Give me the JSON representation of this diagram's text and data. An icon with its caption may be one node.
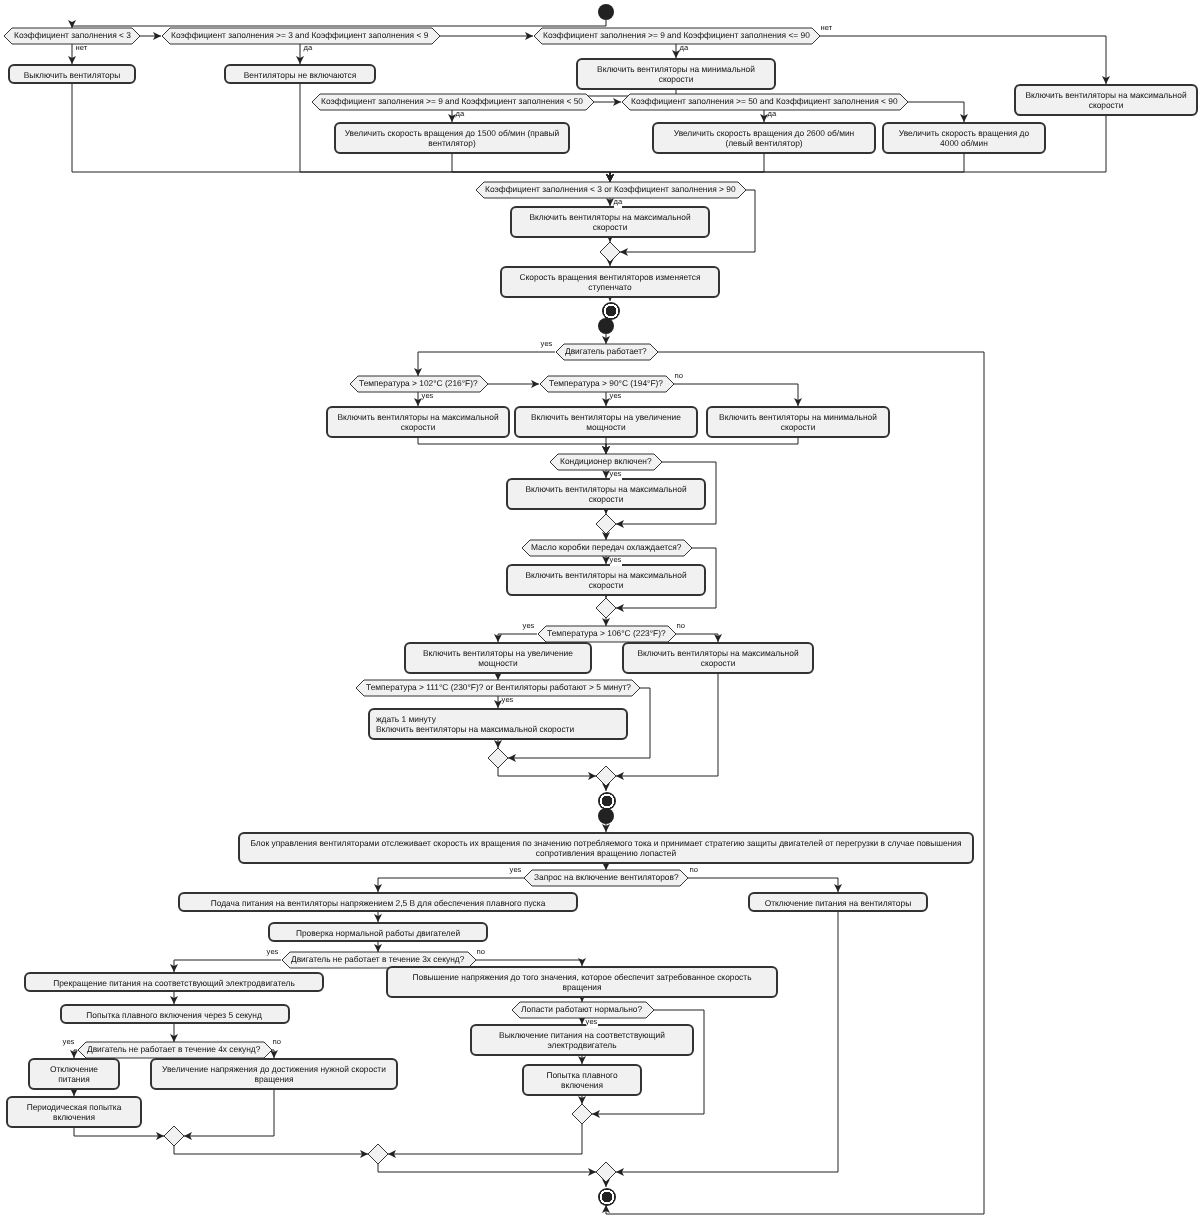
{
  "diagram": {
    "nodes": [
      {
        "text": [],
        "shape": "circle"
      },
      {
        "text": [
          "Коэффициент заполнения < 3"
        ]
      },
      {
        "text": [
          "Выключить вентиляторы"
        ]
      },
      {
        "text": [
          "Коэффициент заполнения >= 3 and Коэффициент заполнения < 9"
        ]
      },
      {
        "text": [
          "Вентиляторы не включаются"
        ]
      },
      {
        "text": [
          "Коэффициент заполнения >= 9 and Коэффициент заполнения <= 90"
        ]
      },
      {
        "text": [
          "Включить вентиляторы на минимальной скорости"
        ]
      },
      {
        "text": [
          "Коэффициент заполнения >= 9 and Коэффициент заполнения < 50"
        ]
      },
      {
        "text": [
          "Увеличить скорость вращения до 1500 об/мин (правый вентилятор)"
        ]
      },
      {
        "text": [
          "Коэффициент заполнения >= 50 and Коэффициент заполнения < 90"
        ]
      },
      {
        "text": [
          "Увеличить скорость вращения до 2600 об/мин (левый вентилятор)"
        ]
      },
      {
        "text": [
          "Увеличить скорость вращения до 4000 об/мин"
        ]
      },
      {
        "text": [
          "Включить вентиляторы на максимальной скорости"
        ]
      },
      {
        "text": [
          "Коэффициент заполнения < 3 or Коэффициент заполнения > 90"
        ]
      },
      {
        "text": [
          "Включить вентиляторы на максимальной скорости"
        ]
      },
      {
        "text": [],
        "shape": "diamond"
      },
      {
        "text": [
          "Скорость вращения вентиляторов изменяется ступенчато"
        ]
      },
      {
        "text": [],
        "shape": "circle"
      },
      {
        "text": [],
        "shape": "circle"
      },
      {
        "text": [
          "Двигатель работает?"
        ]
      },
      {
        "text": [
          "Температура > 102°C (216°F)?"
        ]
      },
      {
        "text": [
          "Включить вентиляторы на максимальной скорости"
        ]
      },
      {
        "text": [
          "Температура > 90°C (194°F)?"
        ]
      },
      {
        "text": [
          "Включить вентиляторы на увеличение мощности"
        ]
      },
      {
        "text": [
          "Включить вентиляторы на минимальной скорости"
        ]
      },
      {
        "text": [
          "Кондиционер включен?"
        ]
      },
      {
        "text": [
          "Включить вентиляторы на максимальной скорости"
        ]
      },
      {
        "text": [],
        "shape": "diamond"
      },
      {
        "text": [
          "Масло коробки передач охлаждается?"
        ]
      },
      {
        "text": [
          "Включить вентиляторы на максимальной скорости"
        ]
      },
      {
        "text": [],
        "shape": "diamond"
      },
      {
        "text": [
          "Температура > 106°C (223°F)?"
        ]
      },
      {
        "text": [
          "Включить вентиляторы на увеличение мощности"
        ]
      },
      {
        "text": [
          "Включить вентиляторы на максимальной скорости"
        ]
      },
      {
        "text": [
          "Температура > 111°C (230°F)? or Вентиляторы работают > 5 минут?"
        ]
      },
      {
        "text": [
          "ждать 1 минуту",
          "Включить вентиляторы на максимальной скорости"
        ]
      },
      {
        "text": [],
        "shape": "diamond"
      },
      {
        "text": [],
        "shape": "diamond"
      },
      {
        "text": [],
        "shape": "circle"
      },
      {
        "text": [],
        "shape": "circle"
      },
      {
        "text": [
          "Блок управления вентиляторами отслеживает скорость их вращения по значению потребляемого тока и принимает стратегию защиты двигателей от перегрузки в случае повышения сопротивления вращению лопастей"
        ]
      },
      {
        "text": [
          "Запрос на включение вентиляторов?"
        ]
      },
      {
        "text": [
          "Подача питания на вентиляторы напряжением 2,5 В для обеспечения плавного пуска"
        ]
      },
      {
        "text": [
          "Отключение питания на вентиляторы"
        ]
      },
      {
        "text": [
          "Проверка нормальной работы двигателей"
        ]
      },
      {
        "text": [
          "Двигатель не работает в течение 3х секунд?"
        ]
      },
      {
        "text": [
          "Прекращение питания на соответствующий электродвигатель"
        ]
      },
      {
        "text": [
          "Повышение напряжения до того значения, которое обеспечит затребованное скорость вращения"
        ]
      },
      {
        "text": [
          "Попытка плавного включения через 5 секунд"
        ]
      },
      {
        "text": [
          "Двигатель не работает в течение 4х секунд?"
        ]
      },
      {
        "text": [
          "Отключение питания"
        ]
      },
      {
        "text": [
          "Периодическая попытка включения"
        ]
      },
      {
        "text": [
          "Увеличение напряжения до достижения нужной скорости вращения"
        ]
      },
      {
        "text": [],
        "shape": "diamond"
      },
      {
        "text": [
          "Лопасти работают нормально?"
        ]
      },
      {
        "text": [
          "Выключение питания на соответствующий электродвигатель"
        ]
      },
      {
        "text": [
          "Попытка плавного включения"
        ]
      },
      {
        "text": [],
        "shape": "diamond"
      },
      {
        "text": [],
        "shape": "diamond"
      },
      {
        "text": [],
        "shape": "diamond"
      },
      {
        "text": [],
        "shape": "circle"
      }
    ],
    "edges": [
      {
        "from": 0,
        "to": 1,
        "arrow": "to"
      },
      {
        "from": 1,
        "to": 2,
        "arrow": "to",
        "label": "нет"
      },
      {
        "from": 1,
        "to": 3,
        "arrow": "to"
      },
      {
        "from": 3,
        "to": 4,
        "arrow": "to",
        "label": "да"
      },
      {
        "from": 3,
        "to": 5,
        "arrow": "to"
      },
      {
        "from": 5,
        "to": 6,
        "arrow": "to",
        "label": "да"
      },
      {
        "from": 5,
        "to": 12,
        "arrow": "to",
        "label": "нет"
      },
      {
        "from": 6,
        "to": 7,
        "arrow": "to"
      },
      {
        "from": 7,
        "to": 8,
        "arrow": "to",
        "label": "да"
      },
      {
        "from": 7,
        "to": 9,
        "arrow": "to"
      },
      {
        "from": 9,
        "to": 10,
        "arrow": "to",
        "label": "да"
      },
      {
        "from": 9,
        "to": 11,
        "arrow": "to"
      },
      {
        "from": 2,
        "to": 13,
        "arrow": "to"
      },
      {
        "from": 4,
        "to": 13,
        "arrow": "to"
      },
      {
        "from": 8,
        "to": 13,
        "arrow": "to"
      },
      {
        "from": 10,
        "to": 13,
        "arrow": "to"
      },
      {
        "from": 11,
        "to": 13,
        "arrow": "to"
      },
      {
        "from": 12,
        "to": 13,
        "arrow": "to"
      },
      {
        "from": 13,
        "to": 14,
        "arrow": "to",
        "label": "да"
      },
      {
        "from": 13,
        "to": 15,
        "arrow": "to"
      },
      {
        "from": 14,
        "to": 15,
        "arrow": "to"
      },
      {
        "from": 15,
        "to": 16,
        "arrow": "to"
      },
      {
        "from": 16,
        "to": 17,
        "arrow": "to"
      },
      {
        "from": 18,
        "to": 19,
        "arrow": "to"
      },
      {
        "from": 19,
        "to": 20,
        "arrow": "to",
        "label": "yes"
      },
      {
        "from": 19,
        "to": 60,
        "arrow": "to"
      },
      {
        "from": 20,
        "to": 21,
        "arrow": "to",
        "label": "yes"
      },
      {
        "from": 20,
        "to": 22,
        "arrow": "to"
      },
      {
        "from": 22,
        "to": 23,
        "arrow": "to",
        "label": "yes"
      },
      {
        "from": 22,
        "to": 24,
        "arrow": "to",
        "label": "no"
      },
      {
        "from": 21,
        "to": 25,
        "arrow": "to"
      },
      {
        "from": 23,
        "to": 25,
        "arrow": "to"
      },
      {
        "from": 24,
        "to": 25,
        "arrow": "to"
      },
      {
        "from": 25,
        "to": 26,
        "arrow": "to",
        "label": "yes"
      },
      {
        "from": 25,
        "to": 27,
        "arrow": "to"
      },
      {
        "from": 26,
        "to": 27,
        "arrow": "to"
      },
      {
        "from": 27,
        "to": 28,
        "arrow": "to"
      },
      {
        "from": 28,
        "to": 29,
        "arrow": "to",
        "label": "yes"
      },
      {
        "from": 28,
        "to": 30,
        "arrow": "to"
      },
      {
        "from": 29,
        "to": 30,
        "arrow": "to"
      },
      {
        "from": 30,
        "to": 31,
        "arrow": "to"
      },
      {
        "from": 31,
        "to": 32,
        "arrow": "to",
        "label": "yes"
      },
      {
        "from": 31,
        "to": 33,
        "arrow": "to",
        "label": "no"
      },
      {
        "from": 32,
        "to": 34,
        "arrow": "to"
      },
      {
        "from": 34,
        "to": 35,
        "arrow": "to",
        "label": "yes"
      },
      {
        "from": 34,
        "to": 36,
        "arrow": "to"
      },
      {
        "from": 35,
        "to": 36,
        "arrow": "to"
      },
      {
        "from": 36,
        "to": 37,
        "arrow": "to"
      },
      {
        "from": 33,
        "to": 37,
        "arrow": "to"
      },
      {
        "from": 37,
        "to": 38,
        "arrow": "to"
      },
      {
        "from": 39,
        "to": 40,
        "arrow": "to"
      },
      {
        "from": 40,
        "to": 41,
        "arrow": "to"
      },
      {
        "from": 41,
        "to": 42,
        "arrow": "to",
        "label": "yes"
      },
      {
        "from": 41,
        "to": 43,
        "arrow": "to",
        "label": "no"
      },
      {
        "from": 42,
        "to": 44,
        "arrow": "to"
      },
      {
        "from": 44,
        "to": 45,
        "arrow": "to"
      },
      {
        "from": 45,
        "to": 46,
        "arrow": "to",
        "label": "yes"
      },
      {
        "from": 45,
        "to": 47,
        "arrow": "to",
        "label": "no"
      },
      {
        "from": 46,
        "to": 48,
        "arrow": "to"
      },
      {
        "from": 48,
        "to": 49,
        "arrow": "to"
      },
      {
        "from": 49,
        "to": 50,
        "arrow": "to",
        "label": "yes"
      },
      {
        "from": 49,
        "to": 52,
        "arrow": "to",
        "label": "no"
      },
      {
        "from": 50,
        "to": 51,
        "arrow": "to"
      },
      {
        "from": 51,
        "to": 53,
        "arrow": "to"
      },
      {
        "from": 52,
        "to": 53,
        "arrow": "to"
      },
      {
        "from": 47,
        "to": 54,
        "arrow": "to"
      },
      {
        "from": 54,
        "to": 55,
        "arrow": "to",
        "label": "yes"
      },
      {
        "from": 54,
        "to": 57,
        "arrow": "to"
      },
      {
        "from": 55,
        "to": 56,
        "arrow": "to"
      },
      {
        "from": 56,
        "to": 57,
        "arrow": "to"
      },
      {
        "from": 53,
        "to": 58,
        "arrow": "to"
      },
      {
        "from": 57,
        "to": 58,
        "arrow": "to"
      },
      {
        "from": 58,
        "to": 59,
        "arrow": "to"
      },
      {
        "from": 43,
        "to": 59,
        "arrow": "to"
      },
      {
        "from": 59,
        "to": 60,
        "arrow": "to"
      }
    ]
  }
}
